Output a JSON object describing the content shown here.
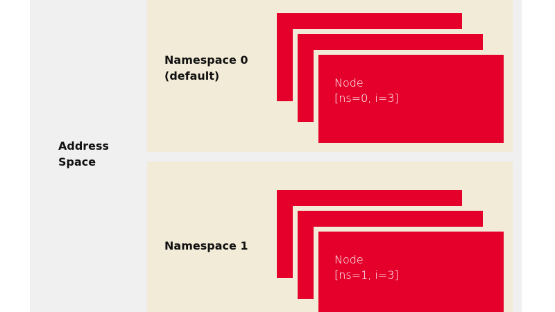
{
  "colors": {
    "node": "#e4002b",
    "namespace_bg": "#f2ebd7",
    "address_space_bg": "#f0f0f0"
  },
  "address_space": {
    "label": "Address Space"
  },
  "namespaces": [
    {
      "label_line1": "Namespace 0",
      "label_line2": "(default)",
      "node_title": "Node",
      "node_id": "[ns=0, i=3]"
    },
    {
      "label_line1": "Namespace 1",
      "label_line2": "",
      "node_title": "Node",
      "node_id": "[ns=1, i=3]"
    }
  ]
}
